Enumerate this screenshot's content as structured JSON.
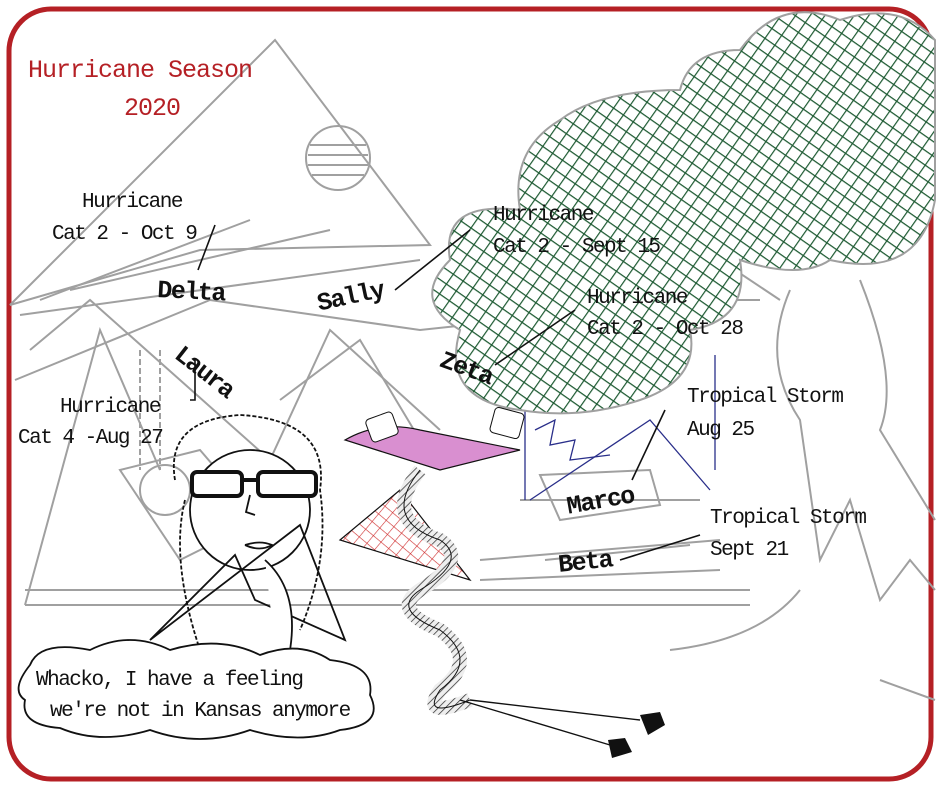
{
  "title": {
    "line1": "Hurricane Season",
    "line2": "2020"
  },
  "colors": {
    "border": "#b52025",
    "canopy": "#1d5a32",
    "sketch": "#a0a0a0",
    "ink": "#111111",
    "pink": "#d98fd0",
    "tablecloth": "#d03030",
    "house_outline": "#2a2f8a"
  },
  "storms": [
    {
      "name": "Delta",
      "type": "Hurricane",
      "detail": "Cat 2 - Oct 9"
    },
    {
      "name": "Sally",
      "type": "Hurricane",
      "detail": "Cat 2 - Sept 15"
    },
    {
      "name": "Laura",
      "type": "Hurricane",
      "detail": "Cat 4 -Aug 27"
    },
    {
      "name": "Zeta",
      "type": "Hurricane",
      "detail": "Cat 2 - Oct 28"
    },
    {
      "name": "Marco",
      "type": "Tropical Storm",
      "detail": "Aug 25"
    },
    {
      "name": "Beta",
      "type": "Tropical Storm",
      "detail": "Sept 21"
    }
  ],
  "speech": {
    "line1": "Whacko, I have a feeling",
    "line2": "we're not in Kansas anymore"
  }
}
